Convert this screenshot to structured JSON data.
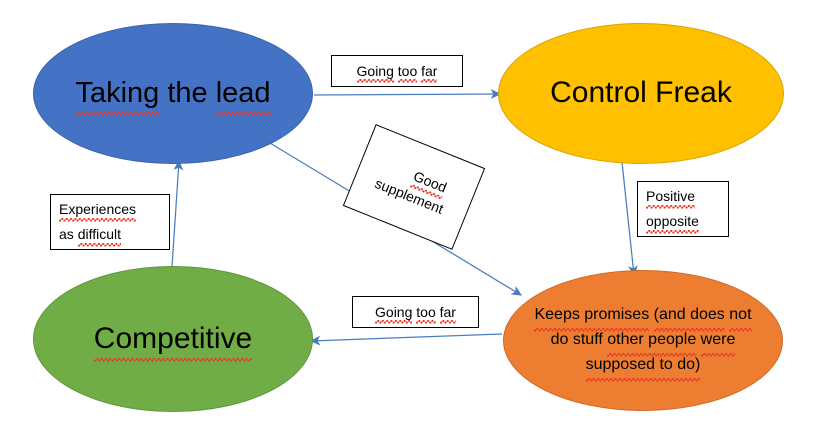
{
  "diagram": {
    "title": "Taking the lead / Control Freak / Competitive feedback loop",
    "colors": {
      "blue": "#4472C4",
      "amber": "#FFC000",
      "green": "#70AD47",
      "orange": "#ED7D31",
      "arrow": "#4a7ebb",
      "spellcheck": "#e8392a",
      "background": "#FFFFFF"
    },
    "nodes": [
      {
        "id": "taking-the-lead",
        "label": "Taking the lead",
        "color": "#4472C4",
        "lines": [
          "Taking the lead"
        ]
      },
      {
        "id": "control-freak",
        "label": "Control Freak",
        "color": "#FFC000",
        "lines": [
          "Control Freak"
        ]
      },
      {
        "id": "competitive",
        "label": "Competitive",
        "color": "#70AD47",
        "lines": [
          "Competitive"
        ]
      },
      {
        "id": "keeps-promises",
        "label": "Keeps promises (and does not do stuff other people were supposed to do)",
        "color": "#ED7D31",
        "lines": [
          "Keeps promises (and does not",
          "do stuff other people were",
          "supposed to do)"
        ]
      }
    ],
    "edge_labels": [
      {
        "id": "going-too-far-top",
        "text": "Going too far",
        "from": "taking-the-lead",
        "to": "control-freak"
      },
      {
        "id": "good-supplement",
        "text_lines": [
          "Good",
          "supplement"
        ],
        "from": "taking-the-lead",
        "to": "keeps-promises",
        "rotated": true
      },
      {
        "id": "positive-opposite",
        "text_lines": [
          "Positive",
          "opposite"
        ],
        "from": "control-freak",
        "to": "keeps-promises"
      },
      {
        "id": "going-too-far-bottom",
        "text": "Going too far",
        "from": "keeps-promises",
        "to": "competitive"
      },
      {
        "id": "experiences-as-difficult",
        "text_lines": [
          "Experiences",
          "as difficult"
        ],
        "from": "competitive",
        "to": "taking-the-lead"
      }
    ],
    "words": {
      "taking": "Taking",
      "the": "the",
      "lead": "lead",
      "control_freak": "Control Freak",
      "competitive": "Competitive",
      "keeps_promises": "Keeps promises",
      "paren_and_does": "(and does",
      "not": "not",
      "do_stuff": "do stuff",
      "other_people": "other people",
      "were": "were",
      "supposed_to_do": "supposed to do)",
      "going": "Going",
      "too": "too",
      "far": "far",
      "good": "Good",
      "supplement": "supplement",
      "positive": "Positive",
      "opposite": "opposite",
      "experiences": "Experiences",
      "as": "as",
      "difficult": "difficult"
    }
  }
}
